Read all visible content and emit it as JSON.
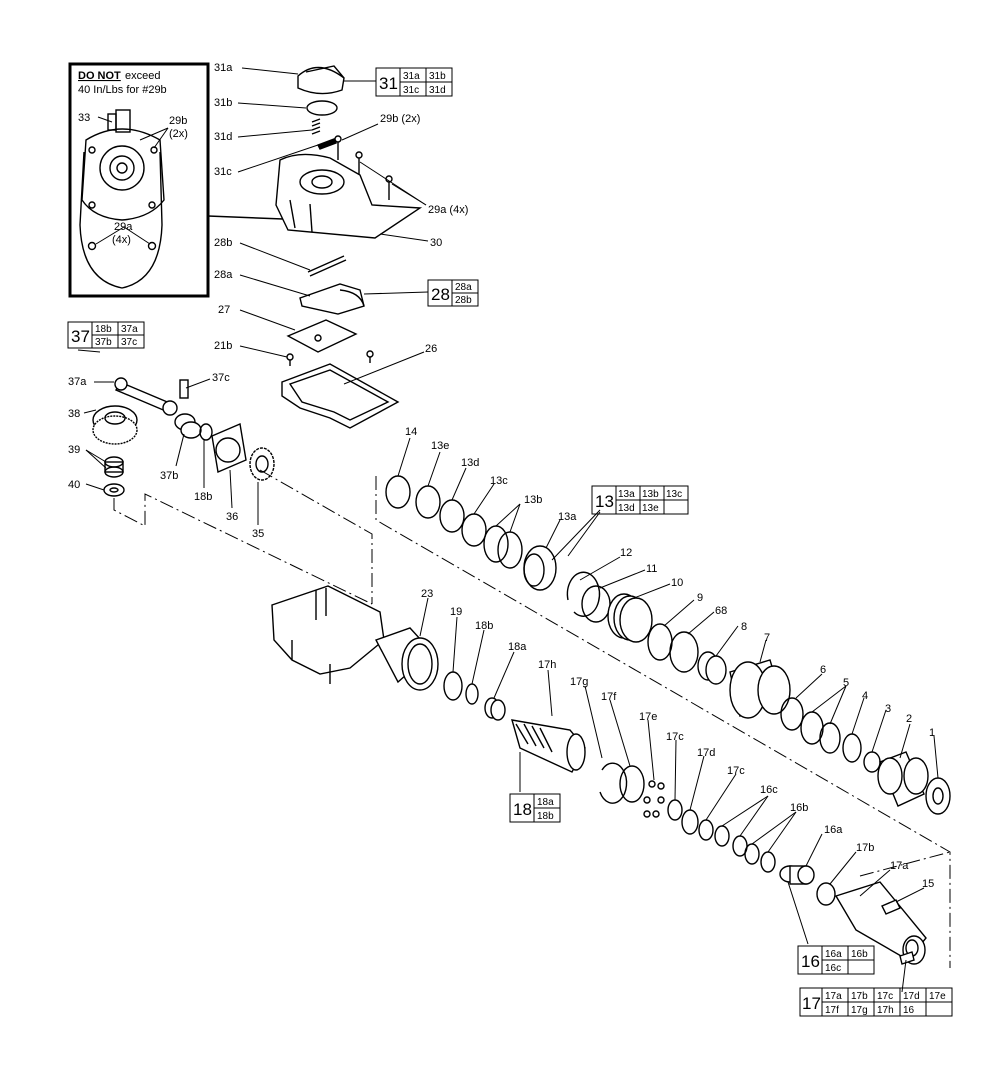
{
  "inset": {
    "warning_emphasis": "DO NOT",
    "warning_rest": " exceed",
    "warning_line2": "40 In/Lbs for #29b",
    "callouts": [
      "33",
      "29b",
      "(2x)",
      "29a",
      "(4x)"
    ]
  },
  "part_labels": {
    "p31a": "31a",
    "p31b": "31b",
    "p31d": "31d",
    "p31c": "31c",
    "p29b": "29b (2x)",
    "p29a": "29a (4x)",
    "p30": "30",
    "p28b": "28b",
    "p28a": "28a",
    "p27": "27",
    "p21b": "21b",
    "p26": "26",
    "p37a": "37a",
    "p37c": "37c",
    "p38": "38",
    "p39": "39",
    "p40": "40",
    "p37b": "37b",
    "p18b_top": "18b",
    "p36": "36",
    "p35": "35",
    "p14": "14",
    "p13e": "13e",
    "p13d": "13d",
    "p13c": "13c",
    "p13b": "13b",
    "p13a": "13a",
    "p12": "12",
    "p11": "11",
    "p10": "10",
    "p9": "9",
    "p68": "68",
    "p8": "8",
    "p7": "7",
    "p6": "6",
    "p5": "5",
    "p4": "4",
    "p3": "3",
    "p2": "2",
    "p1": "1",
    "p23": "23",
    "p19": "19",
    "p18b": "18b",
    "p18a": "18a",
    "p17h": "17h",
    "p17g": "17g",
    "p17f": "17f",
    "p17e": "17e",
    "p17c_a": "17c",
    "p17d": "17d",
    "p17c_b": "17c",
    "p16c": "16c",
    "p16b": "16b",
    "p16a": "16a",
    "p17b": "17b",
    "p17a": "17a",
    "p15": "15"
  },
  "kits": {
    "k31": {
      "number": "31",
      "cells": [
        "31a",
        "31b",
        "31c",
        "31d"
      ]
    },
    "k28": {
      "number": "28",
      "cells": [
        "28a",
        "28b"
      ]
    },
    "k37": {
      "number": "37",
      "cells": [
        "18b",
        "37a",
        "37b",
        "37c"
      ]
    },
    "k13": {
      "number": "13",
      "cells": [
        "13a",
        "13b",
        "13c",
        "13d",
        "13e",
        ""
      ]
    },
    "k18": {
      "number": "18",
      "cells": [
        "18a",
        "18b"
      ]
    },
    "k16": {
      "number": "16",
      "cells": [
        "16a",
        "16b",
        "16c",
        ""
      ]
    },
    "k17": {
      "number": "17",
      "cells": [
        "17a",
        "17b",
        "17c",
        "17d",
        "17e",
        "17f",
        "17g",
        "17h",
        "16",
        ""
      ]
    }
  }
}
